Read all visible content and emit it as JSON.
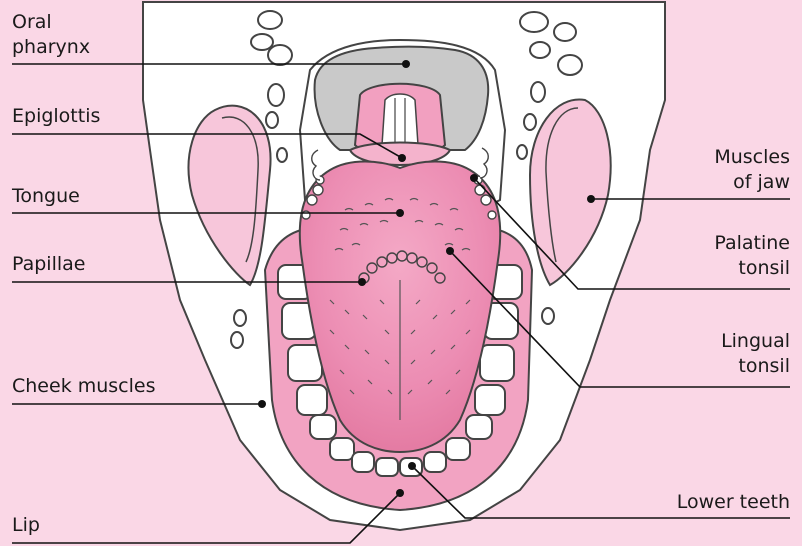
{
  "colors": {
    "background": "#fad7e6",
    "tongue": "#e97fa8",
    "tissue": "#f7c6da",
    "pharynx": "#c9c9c9",
    "outline": "#444444",
    "leader": "#111111"
  },
  "labels": {
    "oral_pharynx": [
      "Oral",
      "pharynx"
    ],
    "epiglottis": "Epiglottis",
    "tongue": "Tongue",
    "papillae": "Papillae",
    "cheek_muscles": "Cheek muscles",
    "lip": "Lip",
    "muscles_of_jaw": [
      "Muscles",
      "of jaw"
    ],
    "palatine_tonsil": [
      "Palatine",
      "tonsil"
    ],
    "lingual_tonsil": [
      "Lingual",
      "tonsil"
    ],
    "lower_teeth": "Lower teeth"
  }
}
